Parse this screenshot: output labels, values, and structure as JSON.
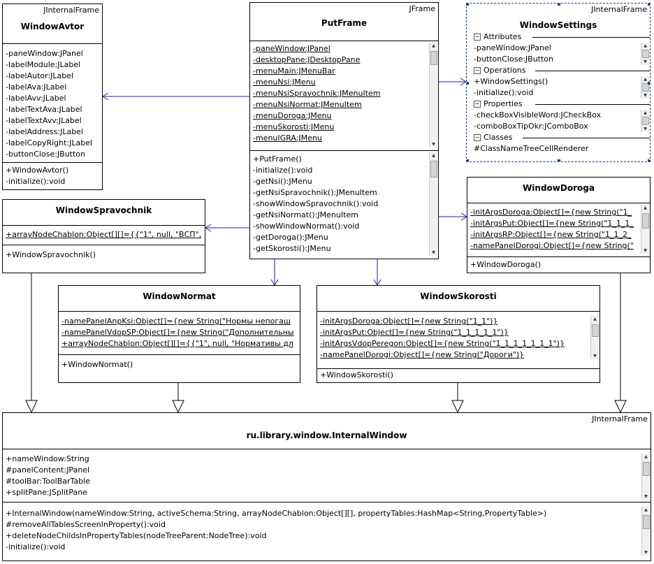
{
  "classes": {
    "avtor": {
      "stereotype": "JInternalFrame",
      "name": "WindowAvtor",
      "attributes": [
        "-paneWindow:JPanel",
        "-labelModule:JLabel",
        "-labelAutor:JLabel",
        "-labelAva:JLabel",
        "-labelAvv:JLabel",
        "-labelTextAva:JLabel",
        "-labelTextAvv:JLabel",
        "-labelAddress:JLabel",
        "-labelCopyRight:JLabel",
        "-buttonClose:JButton"
      ],
      "operations": [
        "+WindowAvtor()",
        "-initialize():void"
      ]
    },
    "put": {
      "stereotype": "JFrame",
      "name": "PutFrame",
      "attributes": [
        "-paneWindow:JPanel",
        "-desktopPane:JDesktopPane",
        "-menuMain:JMenuBar",
        "-menuNsi:JMenu",
        "-menuNsiSpravochnik:JMenuItem",
        "-menuNsiNormat:JMenuItem",
        "-menuDoroga:JMenu",
        "-menuSkorosti:JMenu",
        "-menuIGRA:JMenu"
      ],
      "operations": [
        "+PutFrame()",
        "-initialize():void",
        "-getNsi():JMenu",
        "-getNsiSpravochnik():JMenuItem",
        "-showWindowSpravochnik():void",
        "-getNsiNormat():JMenuItem",
        "-showWindowNormat():void",
        "-getDoroga():JMenu",
        "-getSkorosti():JMenu"
      ]
    },
    "settings": {
      "stereotype": "JInternalFrame",
      "name": "WindowSettings",
      "groups": {
        "attributes": "Attributes",
        "operations": "Operations",
        "properties": "Properties",
        "classes": "Classes"
      },
      "attributes": [
        "-paneWindow:JPanel",
        "-buttonClose:JButton"
      ],
      "operations": [
        "+WindowSettings()",
        "-initialize():void"
      ],
      "properties": [
        "-checkBoxVisibleWord:JCheckBox",
        "-comboBoxTipOkr:JComboBox"
      ],
      "classes": [
        "#ClassNameTreeCellRenderer"
      ]
    },
    "spravochnik": {
      "name": "WindowSpravochnik",
      "attributes": [
        "+arrayNodeChablon:Object[][]={{\"1\", null, \"ВСП\","
      ],
      "operations": [
        "+WindowSpravochnik()"
      ]
    },
    "doroga": {
      "name": "WindowDoroga",
      "attributes": [
        "-initArgsDoroga:Object[]={new String(\"1_",
        "-initArgsPut:Object[]={new String(\"1_1_1_",
        "-initArgsRP:Object[]={new String(\"1_1_2_",
        "-namePanelDorogi:Object[]={new String(\""
      ],
      "operations": [
        "+WindowDoroga()"
      ]
    },
    "normat": {
      "name": "WindowNormat",
      "attributes": [
        "-namePanelAnpKsi:Object[]={new String(\"Нормы непогаш",
        "-namePanelVdopSP:Object[]={new String(\"Дополнительны",
        "+arrayNodeChablon:Object[][]={{\"1\", null, \"Нормативы дл"
      ],
      "operations": [
        "+WindowNormat()"
      ]
    },
    "skorosti": {
      "name": "WindowSkorosti",
      "attributes": [
        "-initArgsDoroga:Object[]={new String(\"1_1\")}",
        "-initArgsPut:Object[]={new String(\"1_1_1_1_1\")}",
        "-initArgsVdopPeregon:Object[]={new String(\"1_1_1_1_1_1_1\")}",
        "-namePanelDorogi:Object[]={new String(\"Дороги\")}"
      ],
      "operations": [
        "+WindowSkorosti()"
      ]
    },
    "internal": {
      "stereotype": "JInternalFrame",
      "name": "ru.library.window.InternalWindow",
      "attributes": [
        "+nameWindow:String",
        "#panelContent:JPanel",
        "#toolBar:ToolBarTable",
        "+splitPane:JSplitPane"
      ],
      "operations": [
        "+InternalWindow(nameWindow:String, activeSchema:String, arrayNodeChablon:Object[][], propertyTables:HashMap<String,PropertyTable>)",
        "#removeAllTablesScreenInProperty():void",
        "+deleteNodeChildsInPropertyTables(nodeTreeParent:NodeTree):void",
        "-initialize():void"
      ]
    }
  },
  "colors": {
    "association": "#1f1fb4",
    "generalization": "#000000",
    "selection": "#1f3d7a"
  }
}
